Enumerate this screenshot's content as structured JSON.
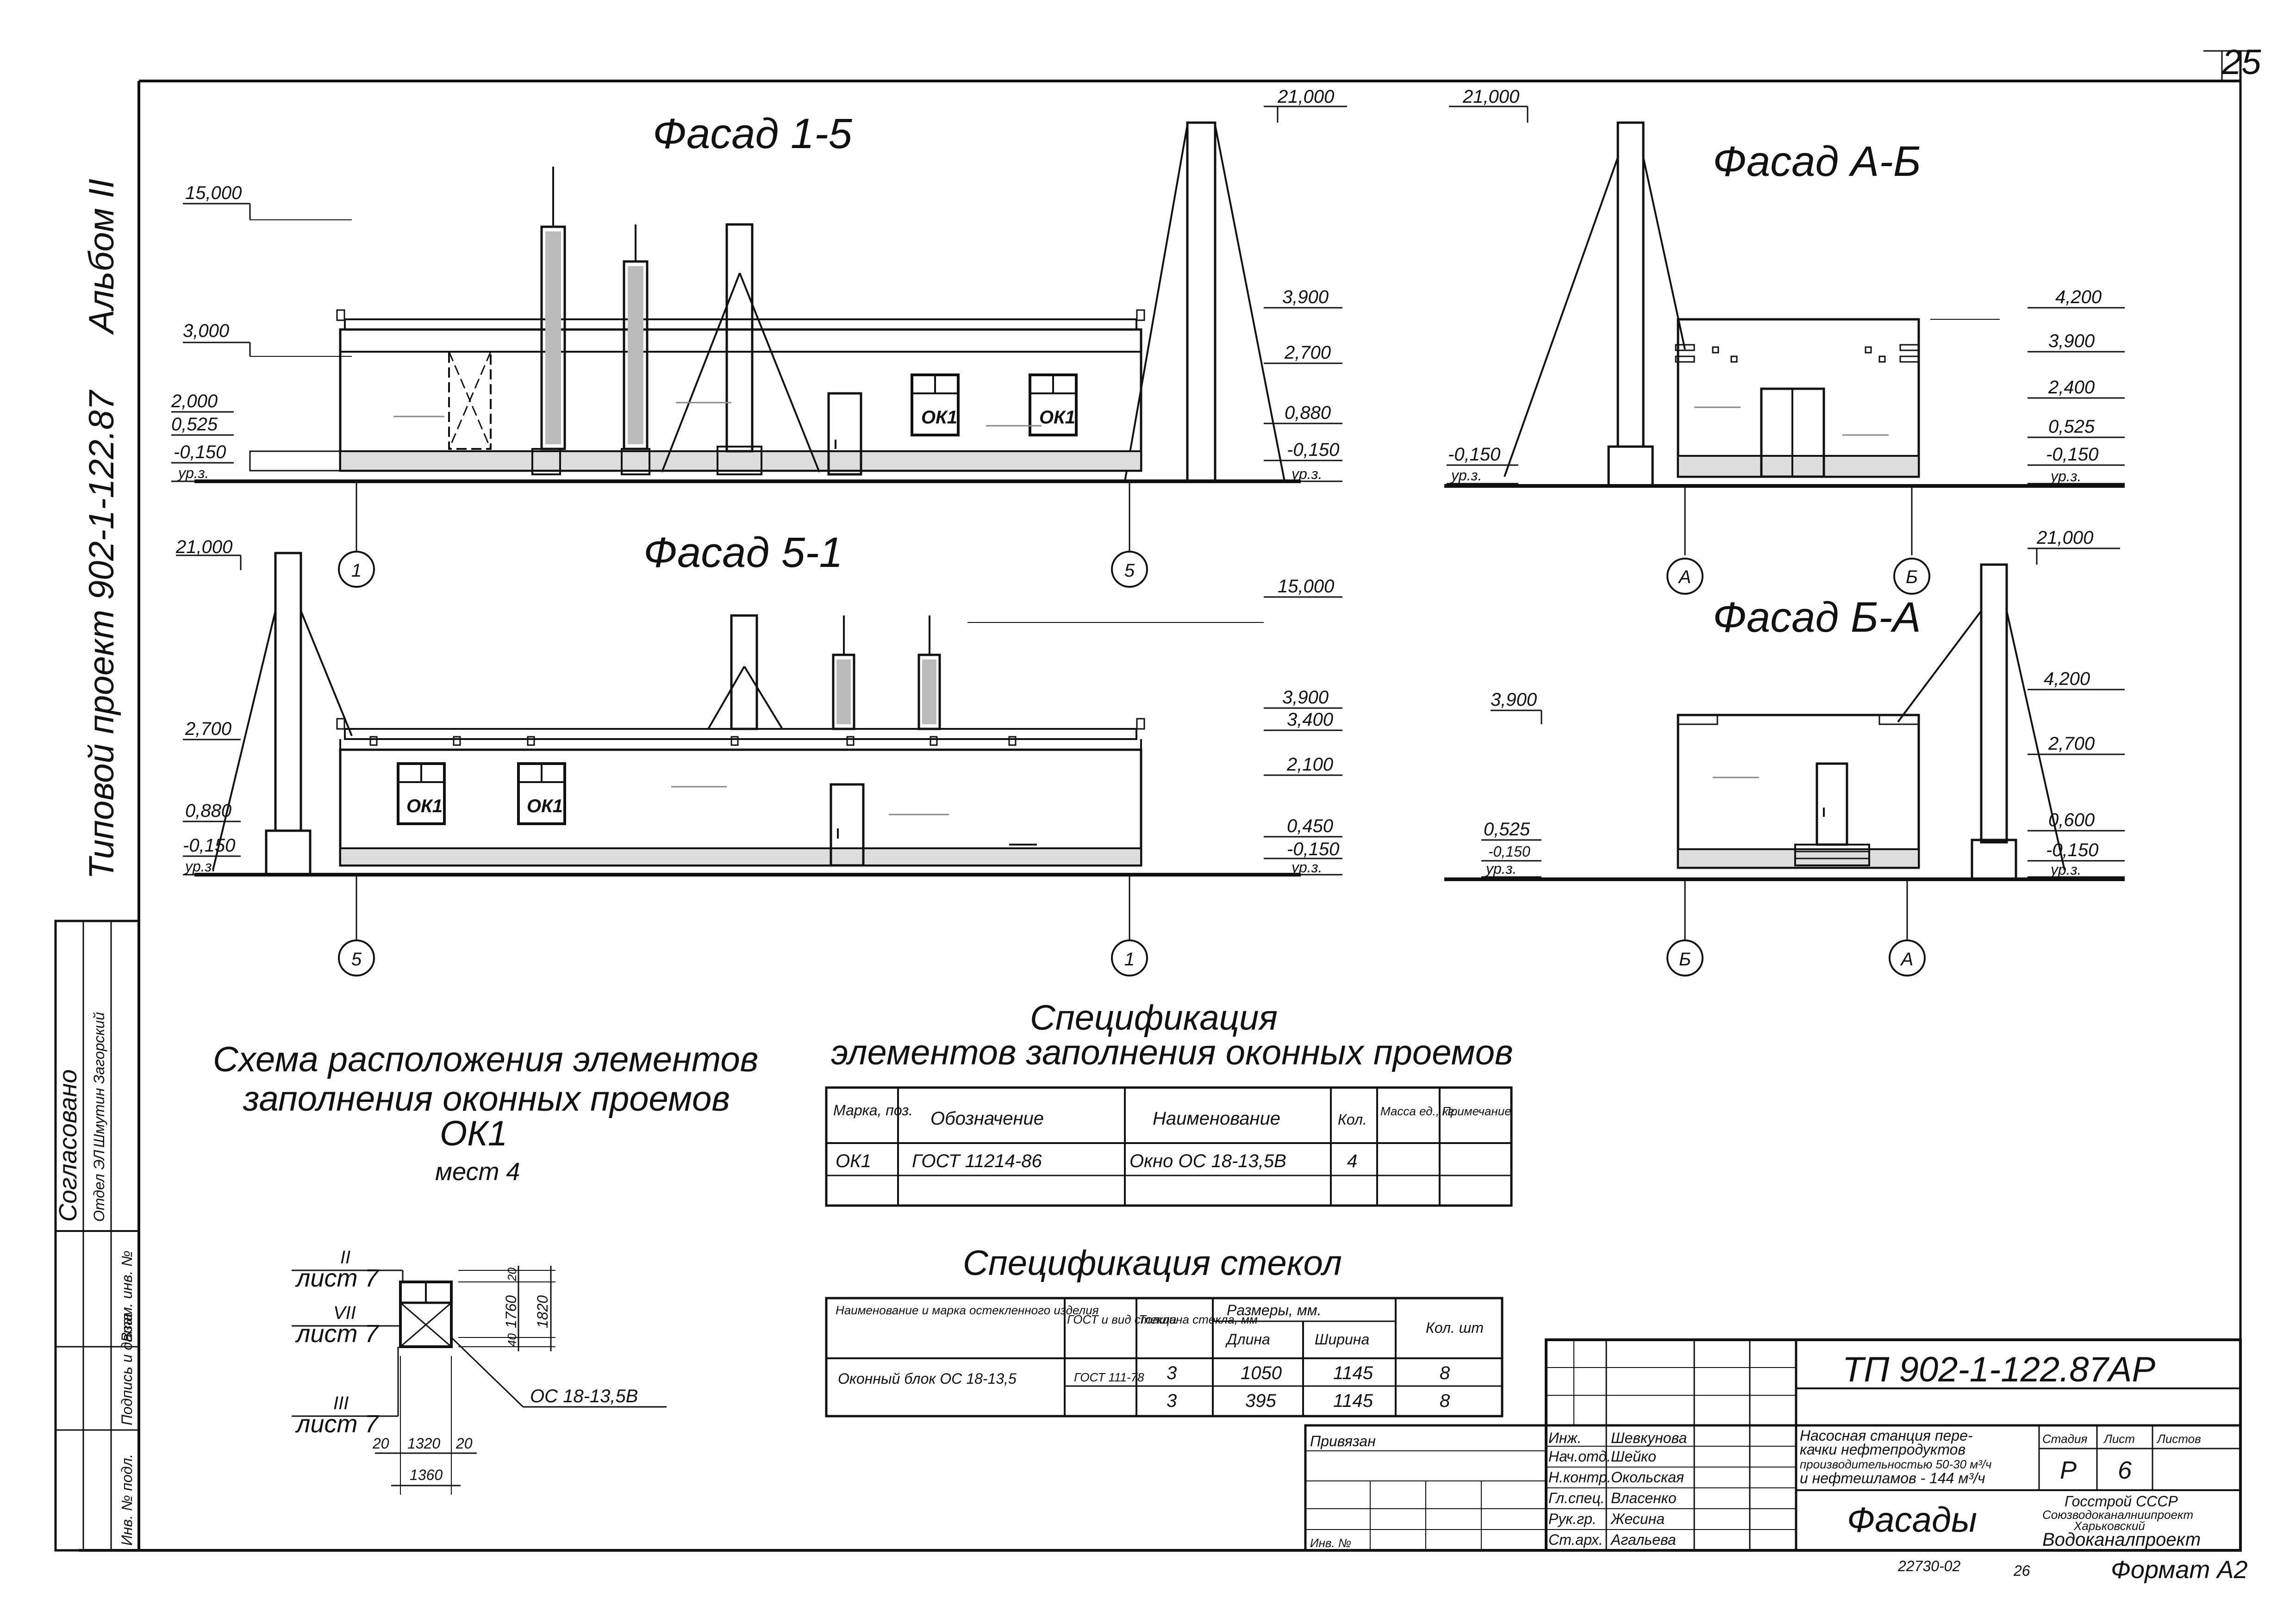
{
  "page_number": "25",
  "side": {
    "album": "Альбом II",
    "project": "Типовой проект 902-1-122.87",
    "agreed": "Согласовано",
    "dept": "Отдел ЭЛ",
    "signer": "Шмутин Загорский",
    "stamp_cols": [
      "Инв. № подл.",
      "Подпись и дата",
      "Взам. инв. №"
    ]
  },
  "facades": {
    "f15": {
      "title": "Фасад 1-5",
      "marks_left": [
        "15,000",
        "3,000",
        "2,000",
        "0,525",
        "-0,150",
        "ур.з."
      ],
      "marks_right": [
        "21,000",
        "3,900",
        "2,700",
        "0,880",
        "-0,150",
        "ур.з."
      ],
      "windows": [
        "ОК1",
        "ОК1"
      ],
      "axes": [
        "1",
        "5"
      ]
    },
    "f51": {
      "title": "Фасад 5-1",
      "marks_left": [
        "21,000",
        "2,700",
        "0,880",
        "-0,150",
        "ур.з."
      ],
      "marks_right": [
        "15,000",
        "3,900",
        "3,400",
        "2,100",
        "0,450",
        "-0,150",
        "ур.з."
      ],
      "windows": [
        "ОК1",
        "ОК1"
      ],
      "axes": [
        "5",
        "1"
      ]
    },
    "fAB": {
      "title": "Фасад А-Б",
      "marks_left": [
        "21,000",
        "-0,150",
        "ур.з."
      ],
      "marks_right": [
        "4,200",
        "3,900",
        "2,400",
        "0,525",
        "-0,150",
        "ур.з."
      ],
      "axes": [
        "А",
        "Б"
      ]
    },
    "fBA": {
      "title": "Фасад Б-А",
      "marks_left": [
        "3,900",
        "0,525",
        "-0,150",
        "ур.з."
      ],
      "marks_right": [
        "21,000",
        "4,200",
        "2,700",
        "0,600",
        "-0,150",
        "ур.з."
      ],
      "axes": [
        "Б",
        "А"
      ]
    }
  },
  "scheme": {
    "title_lines": [
      "Схема расположения элементов",
      "заполнения оконных проемов",
      "ОК1",
      "мест 4"
    ],
    "callouts": [
      {
        "num": "II",
        "sheet": "лист 7"
      },
      {
        "num": "VII",
        "sheet": "лист 7"
      },
      {
        "num": "III",
        "sheet": "лист 7"
      }
    ],
    "mark": "ОС 18-13,5В",
    "dims": {
      "v1": "20",
      "v2": "1760",
      "v3": "40",
      "v_total": "1820",
      "h1": "20",
      "h2": "1320",
      "h3": "20",
      "h_total": "1360"
    }
  },
  "spec_windows": {
    "title_lines": [
      "Спецификация",
      "элементов заполнения оконных проемов"
    ],
    "headers": [
      "Марка, поз.",
      "Обозначение",
      "Наименование",
      "Кол.",
      "Масса ед., кг.",
      "Примечание"
    ],
    "rows": [
      [
        "ОК1",
        "ГОСТ 11214-86",
        "Окно ОС 18-13,5В",
        "4",
        "",
        ""
      ]
    ]
  },
  "spec_glass": {
    "title": "Спецификация стекол",
    "headers": [
      "Наименование и марка остекленного изделия",
      "ГОСТ и вид стекла",
      "Толщина стекла, мм",
      "Размеры, мм.",
      "Длина",
      "Ширина",
      "Кол. шт"
    ],
    "rows": [
      [
        "Оконный блок ОС 18-13,5",
        "ГОСТ 111-78",
        "3",
        "1050",
        "1145",
        "8"
      ],
      [
        "",
        "",
        "3",
        "395",
        "1145",
        "8"
      ]
    ]
  },
  "title_block": {
    "code": "ТП 902-1-122.87АР",
    "tied": "Привязан",
    "inv": "Инв. №",
    "staff": [
      {
        "role": "Нач.отд.",
        "name": "Шейко"
      },
      {
        "role": "Н.контр.",
        "name": "Окольская"
      },
      {
        "role": "Гл.спец.",
        "name": "Власенко"
      },
      {
        "role": "Рук.гр.",
        "name": "Жесина"
      },
      {
        "role": "Ст.арх.",
        "name": "Агальева"
      },
      {
        "role": "Инж.",
        "name": "Шевкунова"
      }
    ],
    "object_lines": [
      "Насосная станция пере-",
      "качки нефтепродуктов",
      "производительностью 50-30 м³/ч",
      "и нефтешламов - 144 м³/ч"
    ],
    "stage_header": "Стадия",
    "sheet_header": "Лист",
    "sheets_header": "Листов",
    "stage": "Р",
    "sheet": "6",
    "sheet_name": "Фасады",
    "org_lines": [
      "Госстрой СССР",
      "Союзводоканалниипроект",
      "Харьковский",
      "Водоканалпроект"
    ],
    "bottom_code": "22730-02",
    "bottom_num": "26",
    "format": "Формат А2"
  }
}
